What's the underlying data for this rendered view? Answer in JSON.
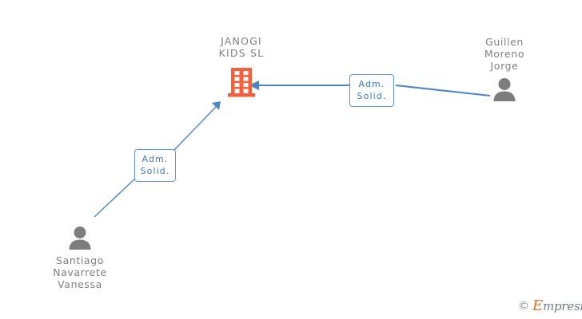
{
  "graph": {
    "company": {
      "name": "JANOGI\nKIDS SL",
      "icon": "building-icon",
      "color": "#f4603c"
    },
    "people": [
      {
        "id": "guillen-moreno-jorge",
        "name": "Guillen\nMoreno\nJorge",
        "icon": "person-icon",
        "color": "#808080",
        "position": "right"
      },
      {
        "id": "santiago-navarrete-vanessa",
        "name": "Santiago\nNavarrete\nVanessa",
        "icon": "person-icon",
        "color": "#808080",
        "position": "bottom-left"
      }
    ],
    "relations": [
      {
        "id": "relation-guillen",
        "label": "Adm.\nSolid.",
        "from": "guillen-moreno-jorge",
        "to": "janogi-kids-sl",
        "color": "#4a86c8"
      },
      {
        "id": "relation-santiago",
        "label": "Adm.\nSolid.",
        "from": "santiago-navarrete-vanessa",
        "to": "janogi-kids-sl",
        "color": "#4a86c8"
      }
    ]
  },
  "watermark": {
    "copyright": "©",
    "brand_initial": "E",
    "brand_rest": "mpresia",
    "accent": "#e8702a"
  }
}
